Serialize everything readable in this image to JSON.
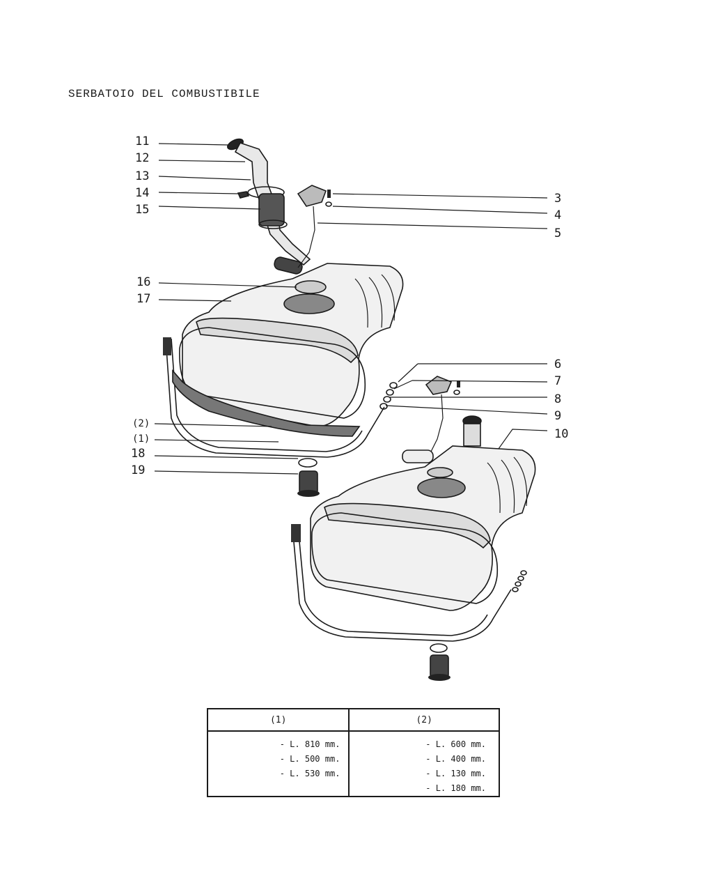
{
  "page": {
    "title": "SERBATOIO DEL COMBUSTIBILE"
  },
  "callouts": [
    {
      "id": "11",
      "label": "11"
    },
    {
      "id": "12",
      "label": "12"
    },
    {
      "id": "13",
      "label": "13"
    },
    {
      "id": "14",
      "label": "14"
    },
    {
      "id": "15",
      "label": "15"
    },
    {
      "id": "16",
      "label": "16"
    },
    {
      "id": "17",
      "label": "17"
    },
    {
      "id": "p2",
      "label": "(2)"
    },
    {
      "id": "p1",
      "label": "(1)"
    },
    {
      "id": "18",
      "label": "18"
    },
    {
      "id": "19",
      "label": "19"
    },
    {
      "id": "3",
      "label": "3"
    },
    {
      "id": "4",
      "label": "4"
    },
    {
      "id": "5",
      "label": "5"
    },
    {
      "id": "6",
      "label": "6"
    },
    {
      "id": "7",
      "label": "7"
    },
    {
      "id": "8",
      "label": "8"
    },
    {
      "id": "9",
      "label": "9"
    },
    {
      "id": "10",
      "label": "10"
    }
  ],
  "legend_table": {
    "headers": [
      "(1)",
      "(2)"
    ],
    "column1": [
      "- L. 810 mm.",
      "- L. 500 mm.",
      "- L. 530 mm."
    ],
    "column2": [
      "- L. 600 mm.",
      "- L. 400 mm.",
      "- L. 130 mm.",
      "- L. 180 mm."
    ]
  }
}
